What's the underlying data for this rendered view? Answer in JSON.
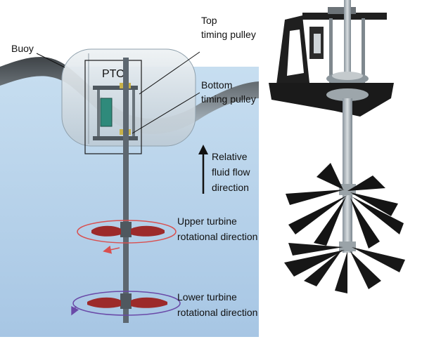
{
  "labels": {
    "buoy": "Buoy",
    "pto": "PTO",
    "top_pulley_1": "Top",
    "top_pulley_2": "timing pulley",
    "bottom_pulley_1": "Bottom",
    "bottom_pulley_2": "timing pulley",
    "flow_1": "Relative",
    "flow_2": "fluid flow",
    "flow_3": "direction",
    "upper_1": "Upper turbine",
    "upper_2": "rotational direction",
    "lower_1": "Lower turbine",
    "lower_2": "rotational direction"
  },
  "colors": {
    "water_top": "#c4dcef",
    "water_bottom": "#a9c8e6",
    "wave_dark": "#4e5358",
    "buoy_fill": "#dfe6ea",
    "shaft": "#5d6770",
    "blade_red": "#9c2a2a",
    "upper_orbit": "#d94f4f",
    "lower_orbit": "#6a4aa8",
    "frame_black": "#1a1a1a"
  }
}
